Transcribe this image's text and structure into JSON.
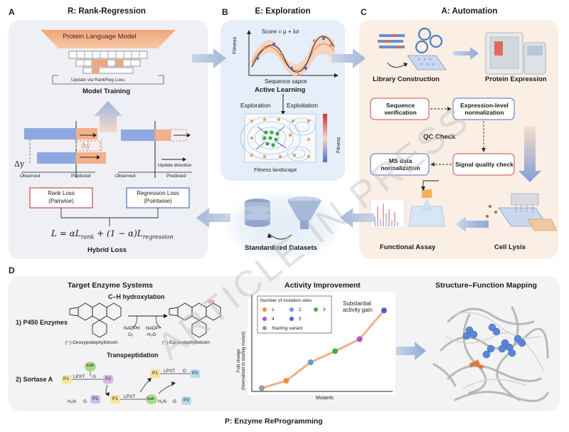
{
  "panels": {
    "A_left": {
      "letter": "A",
      "title": "R: Rank-Regression"
    },
    "B": {
      "letter": "B",
      "title": "E: Exploration"
    },
    "C": {
      "letter": "C",
      "title": "A: Automation"
    },
    "D": {
      "letter": "D"
    }
  },
  "rank_regression": {
    "plm_label": "Protein Language Model",
    "update_label": "Update via RankReg Loss",
    "model_training": "Model Training",
    "delta_y": "Δy",
    "delta_y_hat": "Δŷ",
    "observed": "Observed",
    "predicted": "Predicted",
    "update_direction": "Update direction",
    "rank_loss": "Rank Loss",
    "rank_loss_sub": "(Pairwise)",
    "regression_loss": "Regression Loss",
    "regression_loss_sub": "(Pointwise)",
    "formula": "L = αL",
    "formula_sub1": "rank",
    "formula_mid": " + (1 − α)L",
    "formula_sub2": "regression",
    "hybrid_loss": "Hybrid Loss"
  },
  "exploration": {
    "score_formula": "Score = μ + λσ",
    "fitness_axis": "Fitness",
    "sequence_axis": "Sequence sapce",
    "active_learning": "Active Learning",
    "exploration_label": "Exploration",
    "exploitation_label": "Exploitation",
    "colorbar_label": "Fitness",
    "landscape": "Fitness landscape"
  },
  "automation": {
    "library_construction": "Library Construction",
    "protein_expression": "Protein Expression",
    "sequence_verification": "Sequence verification",
    "expression_normalization": "Expression-level normalization",
    "qc_check": "QC Check",
    "ms_data": "MS data normalization",
    "signal_quality": "Signal quality check",
    "functional_assay": "Functional Assay",
    "cell_lysis": "Cell Lysis"
  },
  "datasets": {
    "label": "Standardized Datasets"
  },
  "bottom": {
    "target_title": "Target Enzyme Systems",
    "ch_hydroxylation": "C–H hydroxylation",
    "p450": "1) P450 Enzymes",
    "nadph": "NADPH",
    "o2": "O₂",
    "nadp": "NADP+",
    "h2o": "H₂O",
    "substrate": "(−)-Deoxypodophyllotoxin",
    "product": "(−)-Epi-podophyllotoxin",
    "transpeptidation": "Transpeptidation",
    "sortase": "2) Sortase A",
    "p1": "P1",
    "p2": "P2",
    "p3": "P3",
    "srta": "SrtA",
    "lpxt": "LPXT",
    "g": "G",
    "h2n": "H₂N",
    "activity_title": "Activity Improvement",
    "structure_title": "Structure–Function Mapping",
    "footer": "P: Enzyme ReProgramming",
    "watermark": "ARTICLE IN PRESS"
  },
  "chart_data": {
    "type": "line",
    "title": "",
    "xlabel": "Mutants",
    "ylabel": "Fold change\n(Normalized to starting mutant)",
    "legend_title": "Number of mutation sites",
    "legend_entries": [
      "1",
      "2",
      "3",
      "4",
      "5",
      "Starting variant"
    ],
    "annotation": "Substantial\nactivity gain",
    "series": [
      {
        "name": "",
        "x": [
          0,
          1,
          2,
          3,
          4,
          5
        ],
        "values": [
          0.2,
          1.0,
          3.0,
          4.2,
          5.5,
          8.6
        ],
        "point_groups": [
          "Starting variant",
          "1",
          "2",
          "3",
          "4",
          "5"
        ]
      }
    ],
    "ylim": [
      0,
      10
    ],
    "grid": false,
    "legend_position": "top-left",
    "colors": {
      "1": "#f0923a",
      "2": "#5aa0e0",
      "3": "#47ad4e",
      "4": "#a855c8",
      "5": "#4a5de0",
      "Starting variant": "#9a9a9a",
      "line": "#f2b08a"
    }
  }
}
